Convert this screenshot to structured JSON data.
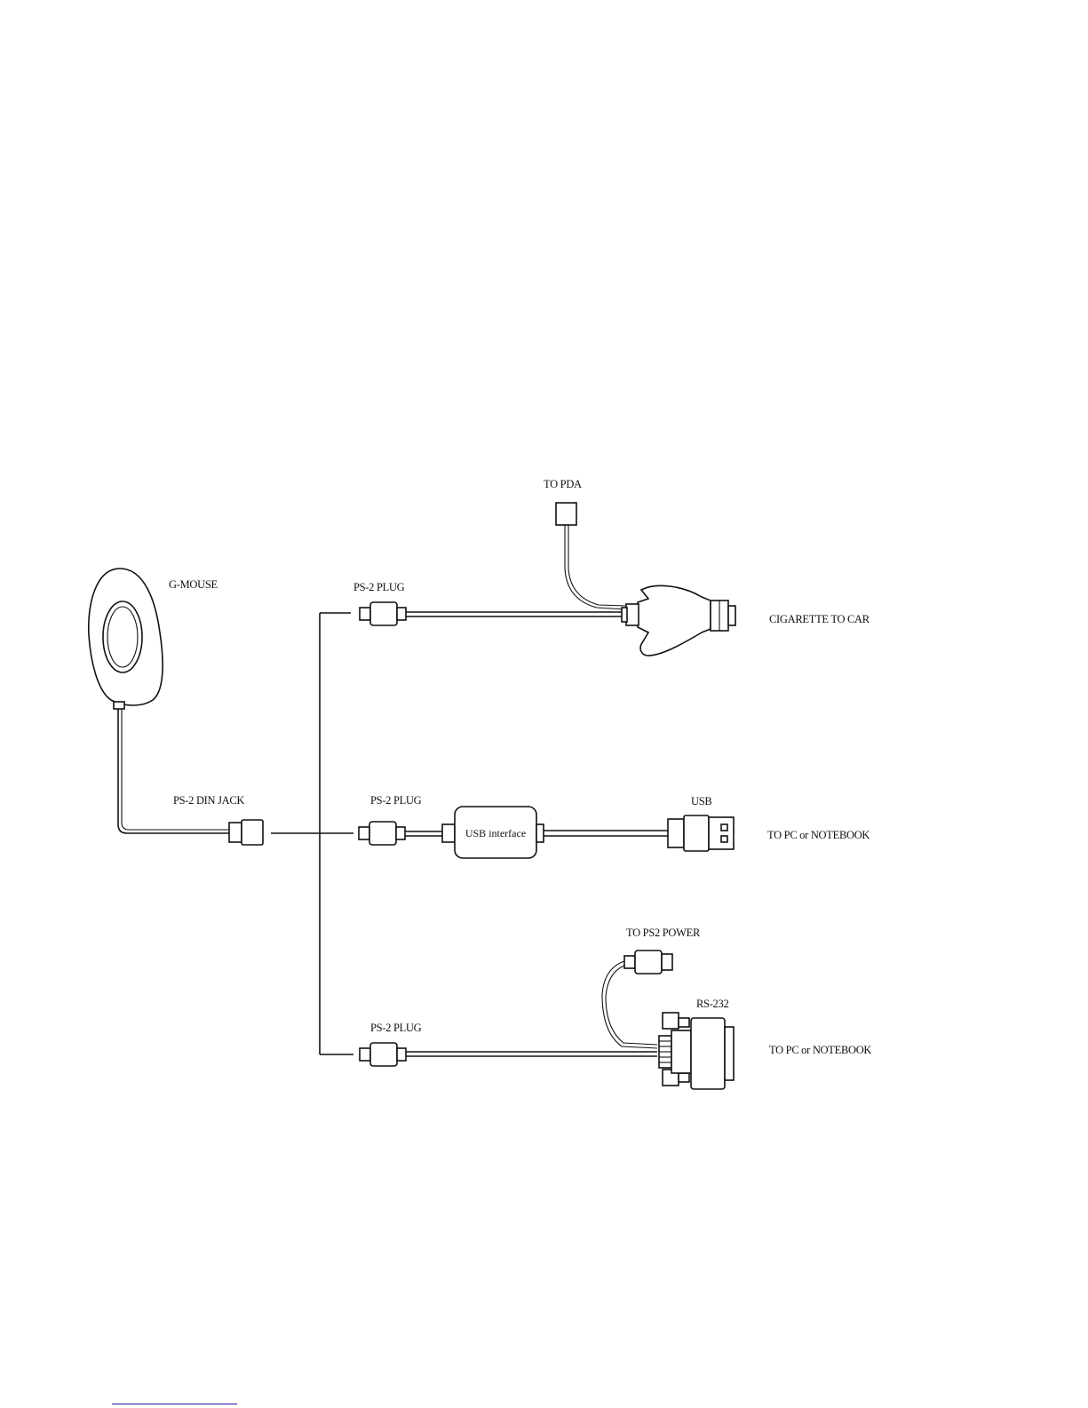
{
  "labels": {
    "g_mouse": "G-MOUSE",
    "ps2_din_jack": "PS-2 DIN JACK",
    "ps2_plug_top": "PS-2 PLUG",
    "ps2_plug_mid": "PS-2 PLUG",
    "ps2_plug_bottom": "PS-2 PLUG",
    "to_pda": "TO PDA",
    "cigarette_to_car": "CIGARETTE TO CAR",
    "usb_interface": "USB interface",
    "usb": "USB",
    "to_pc_notebook_mid": "TO PC or NOTEBOOK",
    "to_ps2_power": "TO PS2 POWER",
    "rs232": "RS-232",
    "to_pc_notebook_bottom": "TO PC or NOTEBOOK"
  },
  "colors": {
    "line": "#111111",
    "footer_link_line": "#1a1aa0"
  },
  "icons": {
    "gps_receiver": "g-mouse-icon",
    "din_jack": "ps2-jack-icon",
    "ps2_plug": "ps2-plug-icon",
    "car_adapter": "cigarette-adapter-icon",
    "usb_connector": "usb-plug-icon",
    "serial_connector": "db9-connector-icon"
  }
}
